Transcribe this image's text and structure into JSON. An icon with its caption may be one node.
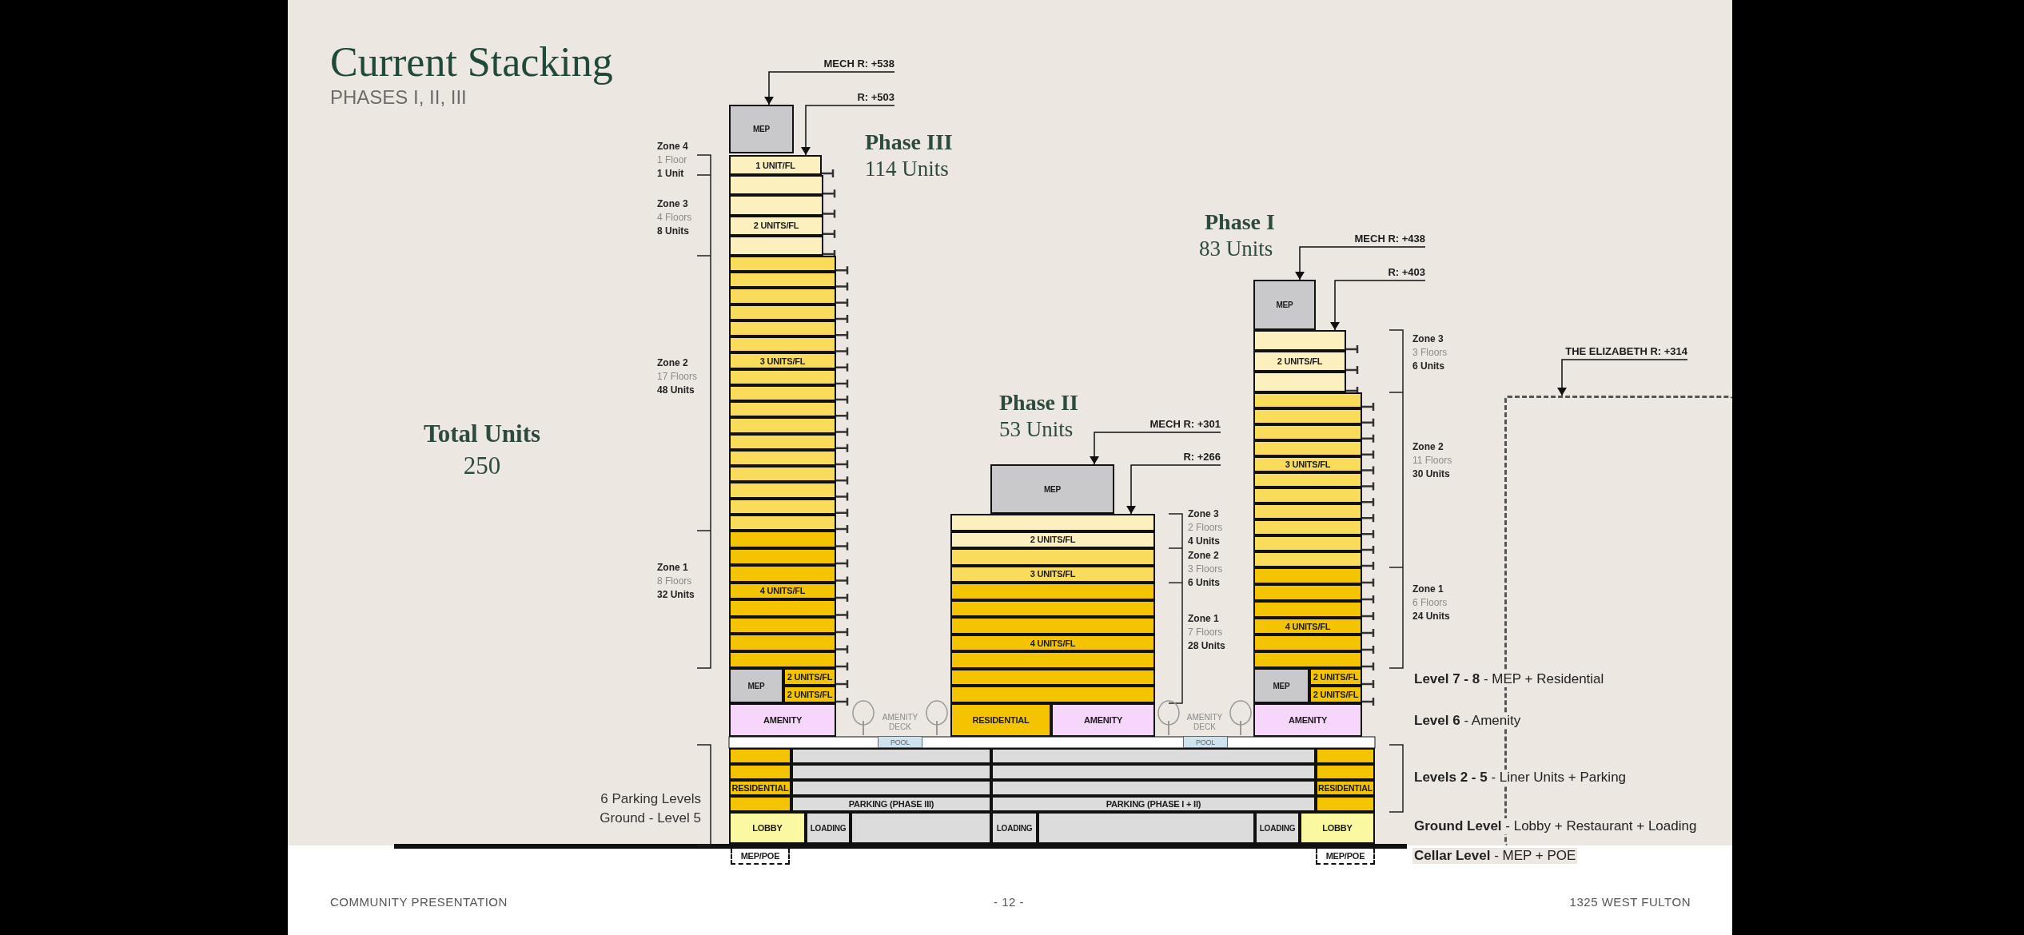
{
  "diagram": {
    "title": "Current Stacking",
    "nodes": [
      {
        "text": [
          "MEP"
        ]
      },
      {
        "text": [
          "1 UNIT/FL"
        ]
      },
      {
        "text": [],
        "shape": "bar"
      },
      {
        "text": [],
        "shape": "bar"
      },
      {
        "text": [
          "2 UNITS/FL"
        ]
      },
      {
        "text": [],
        "shape": "bar"
      },
      {
        "text": [],
        "shape": "bar"
      },
      {
        "text": [],
        "shape": "bar"
      },
      {
        "text": [],
        "shape": "bar"
      },
      {
        "text": [],
        "shape": "bar"
      },
      {
        "text": [],
        "shape": "bar"
      },
      {
        "text": [],
        "shape": "bar"
      },
      {
        "text": [
          "3 UNITS/FL"
        ]
      },
      {
        "text": [],
        "shape": "bar"
      },
      {
        "text": [],
        "shape": "bar"
      },
      {
        "text": [],
        "shape": "bar"
      },
      {
        "text": [],
        "shape": "bar"
      },
      {
        "text": [],
        "shape": "bar"
      },
      {
        "text": [],
        "shape": "bar"
      },
      {
        "text": [],
        "shape": "bar"
      },
      {
        "text": [],
        "shape": "bar"
      },
      {
        "text": [],
        "shape": "bar"
      },
      {
        "text": [],
        "shape": "bar"
      },
      {
        "text": [],
        "shape": "bar"
      },
      {
        "text": [],
        "shape": "bar"
      },
      {
        "text": [],
        "shape": "bar"
      },
      {
        "text": [
          "4 UNITS/FL"
        ]
      },
      {
        "text": [],
        "shape": "bar"
      },
      {
        "text": [],
        "shape": "bar"
      },
      {
        "text": [],
        "shape": "bar"
      },
      {
        "text": [],
        "shape": "bar"
      },
      {
        "text": [
          "MEP"
        ]
      },
      {
        "text": [
          "2 UNITS/FL"
        ]
      },
      {
        "text": [
          "2 UNITS/FL"
        ]
      },
      {
        "text": [
          "AMENITY"
        ]
      },
      {
        "text": [
          "MEP"
        ]
      },
      {
        "text": [],
        "shape": "bar"
      },
      {
        "text": [
          "2 UNITS/FL"
        ]
      },
      {
        "text": [],
        "shape": "bar"
      },
      {
        "text": [
          "3 UNITS/FL"
        ]
      },
      {
        "text": [],
        "shape": "bar"
      },
      {
        "text": [],
        "shape": "bar"
      },
      {
        "text": [],
        "shape": "bar"
      },
      {
        "text": [
          "4 UNITS/FL"
        ]
      },
      {
        "text": [],
        "shape": "bar"
      },
      {
        "text": [],
        "shape": "bar"
      },
      {
        "text": [],
        "shape": "bar"
      },
      {
        "text": [
          "RESIDENTIAL"
        ]
      },
      {
        "text": [
          "AMENITY"
        ]
      },
      {
        "text": [
          "MEP"
        ]
      },
      {
        "text": [],
        "shape": "bar"
      },
      {
        "text": [
          "2 UNITS/FL"
        ]
      },
      {
        "text": [],
        "shape": "bar"
      },
      {
        "text": [],
        "shape": "bar"
      },
      {
        "text": [],
        "shape": "bar"
      },
      {
        "text": [],
        "shape": "bar"
      },
      {
        "text": [],
        "shape": "bar"
      },
      {
        "text": [
          "3 UNITS/FL"
        ]
      },
      {
        "text": [],
        "shape": "bar"
      },
      {
        "text": [],
        "shape": "bar"
      },
      {
        "text": [],
        "shape": "bar"
      },
      {
        "text": [],
        "shape": "bar"
      },
      {
        "text": [],
        "shape": "bar"
      },
      {
        "text": [],
        "shape": "bar"
      },
      {
        "text": [],
        "shape": "bar"
      },
      {
        "text": [],
        "shape": "bar"
      },
      {
        "text": [],
        "shape": "bar"
      },
      {
        "text": [
          "4 UNITS/FL"
        ]
      },
      {
        "text": [],
        "shape": "bar"
      },
      {
        "text": [],
        "shape": "bar"
      },
      {
        "text": [
          "MEP"
        ]
      },
      {
        "text": [
          "2 UNITS/FL"
        ]
      },
      {
        "text": [
          "2 UNITS/FL"
        ]
      },
      {
        "text": [
          "AMENITY"
        ]
      },
      {
        "text": [],
        "shape": "bar"
      },
      {
        "text": [],
        "shape": "bar"
      },
      {
        "text": [],
        "shape": "bar"
      },
      {
        "text": [],
        "shape": "bar"
      },
      {
        "text": [],
        "shape": "bar"
      },
      {
        "text": [],
        "shape": "bar"
      },
      {
        "text": [],
        "shape": "bar"
      },
      {
        "text": [],
        "shape": "bar"
      },
      {
        "text": [
          "RESIDENTIAL"
        ]
      },
      {
        "text": [],
        "shape": "bar"
      },
      {
        "text": [],
        "shape": "bar"
      },
      {
        "text": [
          "RESIDENTIAL"
        ]
      },
      {
        "text": [],
        "shape": "bar"
      },
      {
        "text": [
          "PARKING (PHASE III)"
        ]
      },
      {
        "text": [
          "PARKING (PHASE I + II)"
        ]
      },
      {
        "text": [],
        "shape": "bar"
      },
      {
        "text": [
          "LOBBY"
        ]
      },
      {
        "text": [
          "LOADING"
        ]
      },
      {
        "text": [],
        "shape": "bar"
      },
      {
        "text": [
          "LOADING"
        ]
      },
      {
        "text": [],
        "shape": "bar"
      },
      {
        "text": [
          "LOADING"
        ]
      },
      {
        "text": [
          "LOBBY"
        ]
      },
      {
        "text": [
          "MEP/POE"
        ]
      },
      {
        "text": [
          "MEP/POE"
        ]
      },
      {
        "text": [
          "POOL"
        ]
      },
      {
        "text": [
          "POOL"
        ]
      },
      {
        "text": [
          "MECH R: +538"
        ]
      },
      {
        "text": [
          "R: +503"
        ]
      },
      {
        "text": [
          "MECH R: +301"
        ]
      },
      {
        "text": [
          "R: +266"
        ]
      },
      {
        "text": [
          "MECH R: +438"
        ]
      },
      {
        "text": [
          "R: +403"
        ]
      },
      {
        "text": [
          "THE ELIZABETH R: +314"
        ]
      },
      {
        "text": [],
        "shape": "box"
      }
    ],
    "edges": [
      {
        "from": 101,
        "to": 0,
        "arrow": "to"
      },
      {
        "from": 102,
        "to": 1,
        "arrow": "to"
      },
      {
        "from": 103,
        "to": 35,
        "arrow": "to"
      },
      {
        "from": 104,
        "to": 36,
        "arrow": "to"
      },
      {
        "from": 105,
        "to": 49,
        "arrow": "to"
      },
      {
        "from": 106,
        "to": 50,
        "arrow": "to"
      },
      {
        "from": 107,
        "to": 108,
        "arrow": "to"
      }
    ],
    "labels": [
      "PHASES I, II, III",
      "Zone 4",
      "1 Floor",
      "1 Unit",
      "Phase III",
      "114 Units",
      "Zone 3",
      "4 Floors",
      "8 Units",
      "Phase I",
      "83 Units",
      "Zone 3",
      "3 Floors",
      "6 Units",
      "Zone 2",
      "17 Floors",
      "48 Units",
      "Phase II",
      "53 Units",
      "Total Units",
      "250",
      "Zone 2",
      "11 Floors",
      "30 Units",
      "Zone 3",
      "2 Floors",
      "4 Units",
      "Zone 2",
      "3 Floors",
      "6 Units",
      "Zone 1",
      "8 Floors",
      "32 Units",
      "Zone 1",
      "6 Floors",
      "24 Units",
      "Zone 1",
      "7 Floors",
      "28 Units",
      "**Level 7 - 8** - MEP + Residential",
      "AMENITY DECK",
      "AMENITY DECK",
      "**Level 6** - Amenity",
      "**Levels 2 - 5** - Liner Units + Parking",
      "6 Parking Levels",
      "Ground - Level 5",
      "**Ground Level** - Lobby + Restaurant + Loading",
      "**Cellar Level** - MEP + POE",
      "COMMUNITY PRESENTATION",
      "- 12 -",
      "1325 WEST FULTON"
    ]
  }
}
